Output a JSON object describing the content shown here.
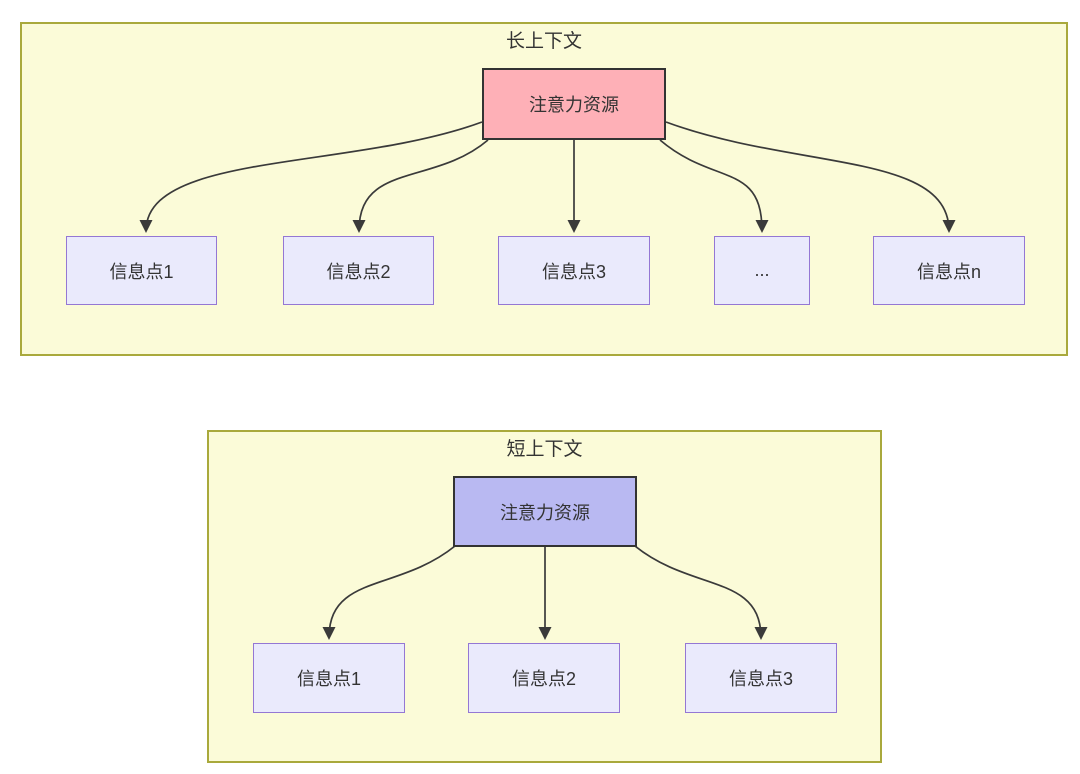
{
  "long_context": {
    "title": "长上下文",
    "attention_label": "注意力资源",
    "nodes": [
      "信息点1",
      "信息点2",
      "信息点3",
      "...",
      "信息点n"
    ]
  },
  "short_context": {
    "title": "短上下文",
    "attention_label": "注意力资源",
    "nodes": [
      "信息点1",
      "信息点2",
      "信息点3"
    ]
  },
  "colors": {
    "panel_bg": "#fbfbd8",
    "panel_border": "#a9a93c",
    "attention_long_fill": "#feb0b7",
    "attention_short_fill": "#b9b9f2",
    "node_fill": "#eaeafc",
    "node_border": "#9477d4",
    "arrow": "#3a3a3a",
    "text": "#333333"
  }
}
